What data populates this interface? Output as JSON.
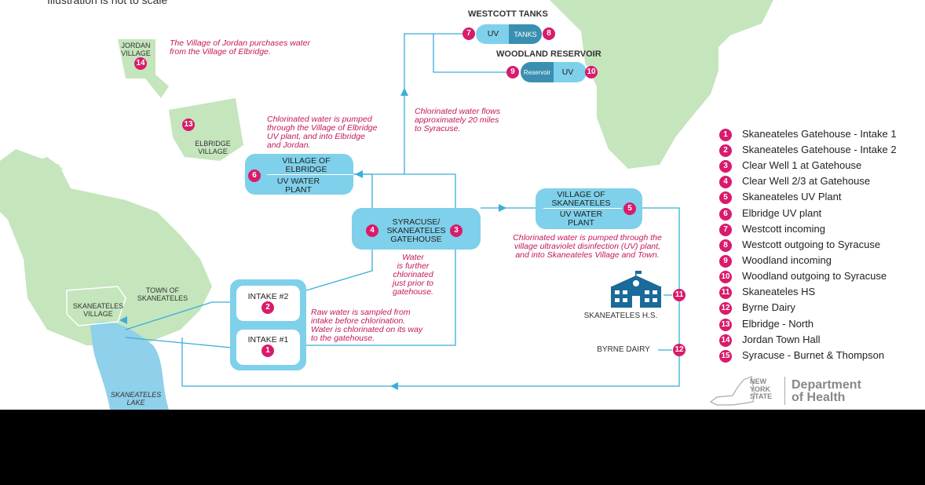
{
  "top_note": "Illustration is not to scale",
  "headers": {
    "westcott": "WESTCOTT TANKS",
    "woodland": "WOODLAND RESERVOIR"
  },
  "westcott": {
    "uv": "UV",
    "tanks": "TANKS"
  },
  "woodland": {
    "reservoir": "Reservoir",
    "uv": "UV"
  },
  "places": {
    "jordan": "JORDAN\nVILLAGE",
    "elbridge": "ELBRIDGE\nVILLAGE",
    "town_skaneateles": "TOWN OF\nSKANEATELES",
    "skaneateles_village": "SKANEATELES\nVILLAGE",
    "lake": "SKANEATELES\nLAKE"
  },
  "boxes": {
    "elbridge_plant_top": "VILLAGE OF\nELBRIDGE",
    "elbridge_plant_bottom": "UV WATER\nPLANT",
    "gatehouse": "SYRACUSE/\nSKANEATELES\nGATEHOUSE",
    "skan_plant_top": "VILLAGE OF\nSKANEATELES",
    "skan_plant_bottom": "UV WATER\nPLANT",
    "intake2": "INTAKE #2",
    "intake1": "INTAKE #1",
    "hs_label": "SKANEATELES H.S.",
    "byrne_label": "BYRNE DAIRY"
  },
  "notes": {
    "jordan": "The Village of Jordan purchases water\nfrom the Village of Elbridge.",
    "elbridge": "Chlorinated water is pumped\nthrough the Village of Elbridge\nUV plant, and into Elbridge\nand Jordan.",
    "syracuse": "Chlorinated water flows\napproximately 20 miles\nto Syracuse.",
    "skan_plant": "Chlorinated water is pumped through the\nvillage ultraviolet disinfection (UV) plant,\nand into Skaneateles Village and Town.",
    "gatehouse": "Water\nis further\nchlorinated\njust prior to\ngatehouse.",
    "intake": "Raw water is sampled from\nintake before chlorination.\nWater is chlorinated on its way\nto the gatehouse."
  },
  "legend": [
    {
      "num": "1",
      "label": "Skaneateles Gatehouse - Intake 1"
    },
    {
      "num": "2",
      "label": "Skaneateles Gatehouse - Intake 2"
    },
    {
      "num": "3",
      "label": "Clear Well 1 at Gatehouse"
    },
    {
      "num": "4",
      "label": "Clear Well 2/3 at Gatehouse"
    },
    {
      "num": "5",
      "label": "Skaneateles UV Plant"
    },
    {
      "num": "6",
      "label": "Elbridge UV plant"
    },
    {
      "num": "7",
      "label": "Westcott incoming"
    },
    {
      "num": "8",
      "label": "Westcott outgoing to Syracuse"
    },
    {
      "num": "9",
      "label": "Woodland incoming"
    },
    {
      "num": "10",
      "label": "Woodland outgoing to Syracuse"
    },
    {
      "num": "11",
      "label": "Skaneateles HS"
    },
    {
      "num": "12",
      "label": "Byrne Dairy"
    },
    {
      "num": "13",
      "label": "Elbridge - North"
    },
    {
      "num": "14",
      "label": "Jordan Town Hall"
    },
    {
      "num": "15",
      "label": "Syracuse - Burnet & Thompson"
    }
  ],
  "logo": {
    "state_line1": "NEW",
    "state_line2": "YORK",
    "state_line3": "STATE",
    "dept1": "Department",
    "dept2": "of Health"
  },
  "colors": {
    "flow": "#3aaed8",
    "badge": "#d81b6b",
    "box": "#7fd0ea",
    "land": "#c8e6c0"
  }
}
